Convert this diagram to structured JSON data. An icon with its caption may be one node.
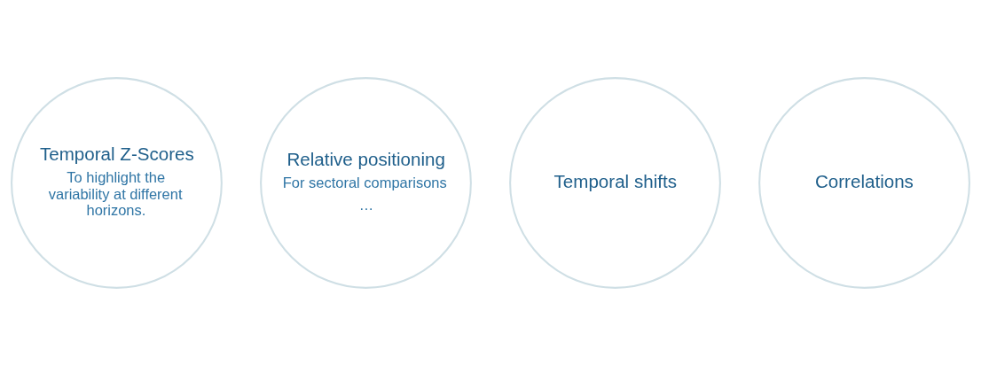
{
  "diagram": {
    "nodes": [
      {
        "text": [
          "Temporal Z-Scores",
          "To highlight the variability at different horizons."
        ]
      },
      {
        "text": [
          "Relative positioning",
          "For sectoral comparisons",
          "…"
        ]
      },
      {
        "text": [
          "Temporal shifts"
        ]
      },
      {
        "text": [
          "Correlations"
        ]
      }
    ],
    "edges": []
  }
}
